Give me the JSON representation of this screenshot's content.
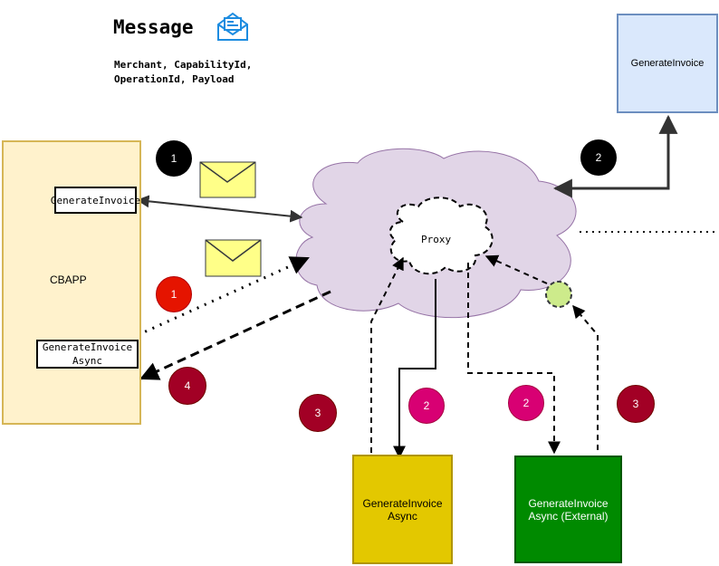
{
  "header": {
    "title": "Message",
    "subtitle": "Merchant, CapabilityId,\nOperationId, Payload"
  },
  "nodes": {
    "cbapp": "CBAPP",
    "generate_invoice_top": "GenerateInvoice",
    "generate_invoice_inner": "GenerateInvoice",
    "generate_invoice_async_inner": "GenerateInvoice\nAsync",
    "proxy": "Proxy",
    "generate_invoice_async": "GenerateInvoice\nAsync",
    "generate_invoice_async_external": "GenerateInvoice\nAsync (External)"
  },
  "badges": {
    "b1_black": "1",
    "b2_black": "2",
    "b1_red": "1",
    "b4": "4",
    "b3_left": "3",
    "b2_pink_left": "2",
    "b2_pink_right": "2",
    "b3_right": "3"
  },
  "colors": {
    "cbapp_fill": "#fff2cc",
    "cloud_fill": "#e1d5e7",
    "blue_fill": "#dae8fc",
    "yellow_fill": "#e3c800",
    "green_fill": "#008a00",
    "badge_black": "#000000",
    "badge_red": "#cc0000",
    "badge_dark_red": "#a20025",
    "badge_pink": "#d80073",
    "envelope_fill": "#ffff88"
  }
}
